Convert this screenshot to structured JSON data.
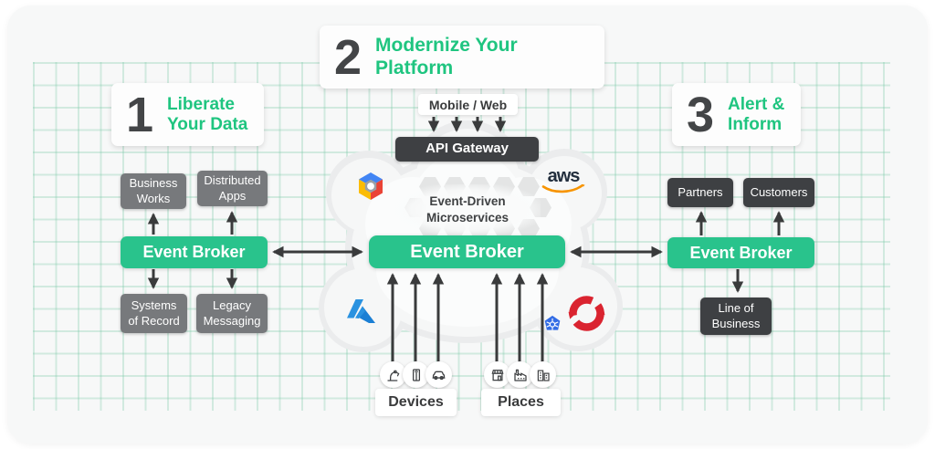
{
  "colors": {
    "accent_green": "#29c38c",
    "heading_green": "#1fc580",
    "gray_box": "#77797c",
    "dark_box": "#3e4043",
    "arrow": "#3a3b3c",
    "grid_line": "#cde9db",
    "card_bg": "#f7f8f8",
    "aws_orange": "#f79400",
    "openshift_red": "#da2430",
    "kubernetes_blue": "#326ce5",
    "azure_blue": "#238b1e6"
  },
  "steps": {
    "one": {
      "number": "1",
      "label": "Liberate\nYour Data"
    },
    "two": {
      "number": "2",
      "label": "Modernize Your Platform"
    },
    "three": {
      "number": "3",
      "label": "Alert &\nInform"
    }
  },
  "top": {
    "mobile_web": "Mobile / Web",
    "api_gateway": "API Gateway"
  },
  "left": {
    "business_works": "Business\nWorks",
    "distributed_apps": "Distributed\nApps",
    "event_broker": "Event Broker",
    "systems_of_record": "Systems\nof Record",
    "legacy_messaging": "Legacy\nMessaging"
  },
  "center": {
    "microservices": "Event-Driven\nMicroservices",
    "event_broker": "Event Broker"
  },
  "right": {
    "partners": "Partners",
    "customers": "Customers",
    "event_broker": "Event Broker",
    "line_of_business": "Line of\nBusiness"
  },
  "bottom": {
    "devices": "Devices",
    "places": "Places"
  },
  "logos": {
    "aws_text": "aws",
    "names": [
      "google-cloud",
      "aws",
      "azure",
      "openshift",
      "kubernetes"
    ]
  },
  "device_icons": [
    "robot-arm",
    "elevator",
    "car"
  ],
  "place_icons": [
    "store",
    "factory",
    "buildings"
  ]
}
